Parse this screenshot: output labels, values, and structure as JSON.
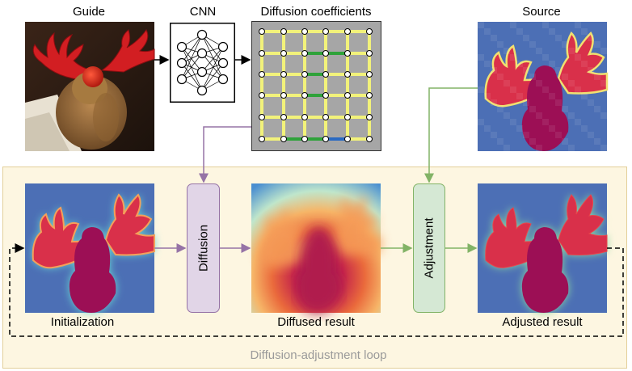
{
  "top": {
    "guide_label": "Guide",
    "cnn_label": "CNN",
    "coefficients_label": "Diffusion coefficients",
    "source_label": "Source"
  },
  "loop": {
    "initialization_label": "Initialization",
    "diffusion_label": "Diffusion",
    "diffused_label": "Diffused result",
    "adjustment_label": "Adjustment",
    "adjusted_label": "Adjusted result",
    "loop_title": "Diffusion-adjustment loop"
  },
  "colors": {
    "loop_background": "#fdf6e1",
    "diffusion_box_fill": "#e1d5e7",
    "diffusion_box_stroke": "#9673a6",
    "adjustment_box_fill": "#d5e8d4",
    "adjustment_box_stroke": "#82b366",
    "depth_background": "#4c6fb5",
    "depth_foreground": "#d9304a",
    "depth_core": "#9c0f55"
  }
}
